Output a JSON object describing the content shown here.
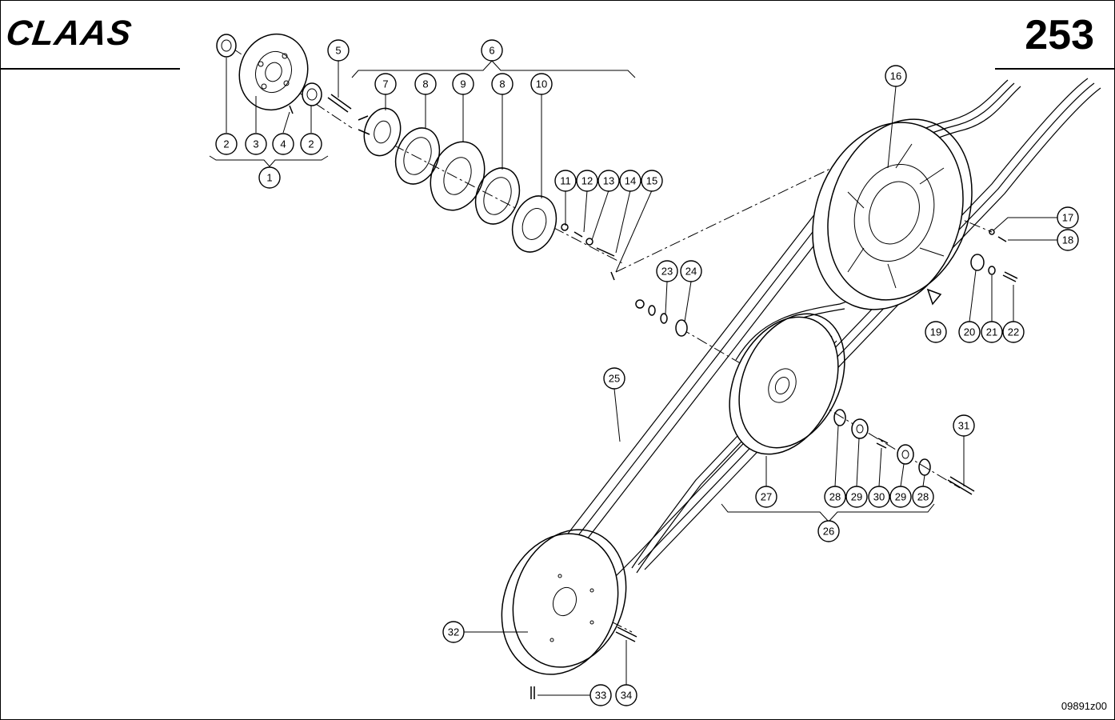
{
  "header": {
    "brand": "CLAAS",
    "page_number": "253"
  },
  "footer": {
    "drawing_id": "09891z00"
  },
  "callouts": {
    "c1": "1",
    "c2a": "2",
    "c2b": "2",
    "c3": "3",
    "c4": "4",
    "c5": "5",
    "c6": "6",
    "c7": "7",
    "c8a": "8",
    "c8b": "8",
    "c9": "9",
    "c10": "10",
    "c11": "11",
    "c12": "12",
    "c13": "13",
    "c14": "14",
    "c15": "15",
    "c16": "16",
    "c17": "17",
    "c18": "18",
    "c19": "19",
    "c20": "20",
    "c21": "21",
    "c22": "22",
    "c23": "23",
    "c24": "24",
    "c25": "25",
    "c26": "26",
    "c27": "27",
    "c28a": "28",
    "c28b": "28",
    "c29a": "29",
    "c29b": "29",
    "c30": "30",
    "c31": "31",
    "c32": "32",
    "c33": "33",
    "c34": "34"
  }
}
